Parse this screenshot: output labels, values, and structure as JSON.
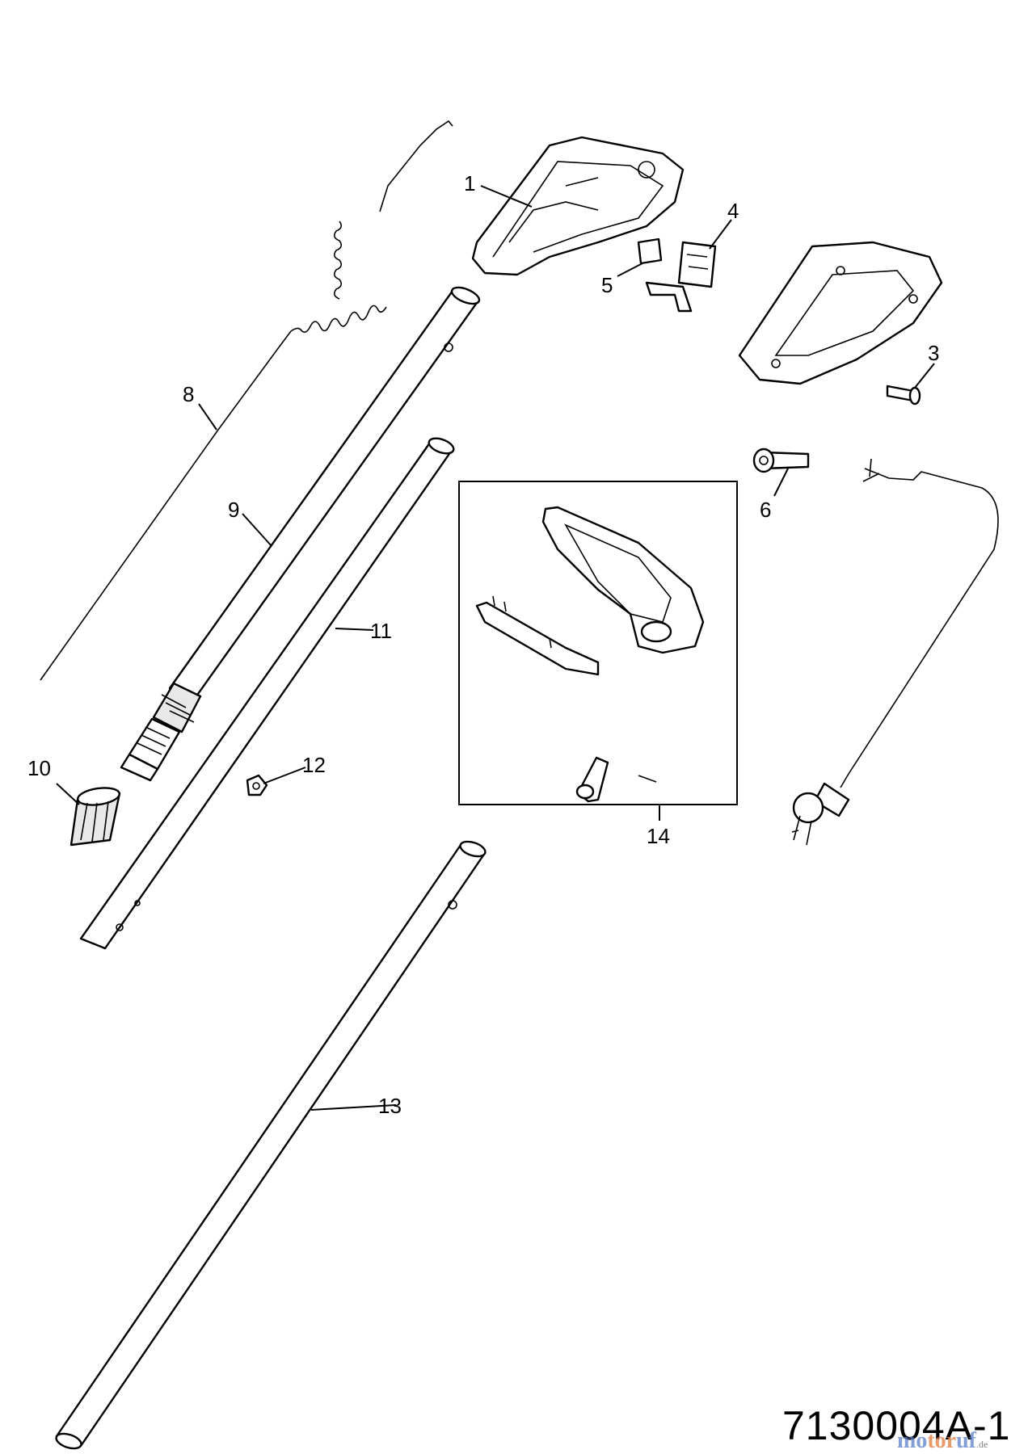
{
  "drawing_number": "7130004A-1",
  "watermark": {
    "part1": "mo",
    "part2": "tor",
    "part3": "uf",
    "tld": ".de"
  },
  "callouts": {
    "c1": "1",
    "c3": "3",
    "c4": "4",
    "c5": "5",
    "c6": "6",
    "c8": "8",
    "c9": "9",
    "c10": "10",
    "c11": "11",
    "c12": "12",
    "c13": "13",
    "c14": "14"
  }
}
